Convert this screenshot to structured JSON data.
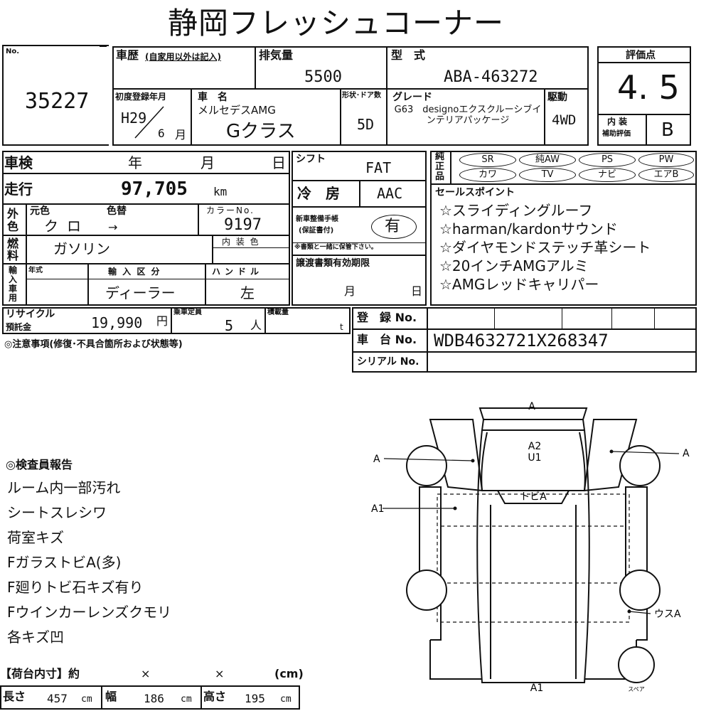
{
  "title": "静岡フレッシュコーナー",
  "header": {
    "no_label": "No.",
    "no_value": "35227",
    "history_label": "車歴",
    "history_note": "(自家用以外は記入)",
    "displacement_label": "排気量",
    "displacement_value": "5500",
    "model_label": "型　式",
    "model_value": "ABA-463272",
    "score_label": "評価点",
    "score_value": "4. 5",
    "first_reg_label": "初度登録年月",
    "first_reg_year": "H29",
    "first_reg_month": "6",
    "month_unit": "月",
    "car_name_label": "車　名",
    "maker": "メルセデスAMG",
    "car_name": "Gクラス",
    "body_door_label": "形状･ドア数",
    "doors": "5D",
    "grade_label": "グレード",
    "grade_value": "G63　designoエクスクルーシブインテリアパッケージ",
    "drive_label": "駆動",
    "drive_value": "4WD",
    "interior_label_1": "内 装",
    "interior_label_2": "補助評価",
    "interior_value": "B"
  },
  "specs": {
    "inspection_label": "車検",
    "year_label": "年",
    "month_label": "月",
    "day_label": "日",
    "shift_label": "シフト",
    "shift_value": "FAT",
    "mileage_label": "走行",
    "mileage_value": "97,705",
    "mileage_unit": "km",
    "ac_label": "冷　房",
    "ac_value": "AAC",
    "exterior_label": "外色",
    "orig_color_label": "元色",
    "repaint_label": "色替",
    "orig_color_value": "クロ",
    "repaint_arrow": "→",
    "color_no_label": "カラーNo.",
    "color_no_value": "9197",
    "maint_label_1": "新車整備手帳",
    "maint_label_2": "(保証書付)",
    "maint_value": "有",
    "maint_note": "※書類と一緒に保管下さい。",
    "fuel_label": "燃料",
    "fuel_value": "ガソリン",
    "interior_color_label": "内 装 色",
    "transfer_label": "譲渡書類有効期限",
    "import_label": "輸入車用",
    "model_year_label": "年式",
    "import_type_label": "輸 入 区 分",
    "import_type_value": "ディーラー",
    "handle_label": "ハンドル",
    "handle_value": "左",
    "recycle_label_1": "リサイクル",
    "recycle_label_2": "預託金",
    "recycle_value": "19,990",
    "yen": "円",
    "capacity_label": "乗車定員",
    "capacity_value": "5",
    "capacity_unit": "人",
    "load_label": "積載量",
    "load_unit": "t",
    "notes_label": "◎注意事項(修復･不具合箇所および状態等)",
    "reg_no_label": "登　録 No.",
    "chassis_label": "車　台 No.",
    "chassis_value": "WDB4632721X268347",
    "serial_label": "シリアル No."
  },
  "equipment": {
    "label": "純正品",
    "items": [
      "SR",
      "純AW",
      "PS",
      "PW",
      "カワ",
      "TV",
      "ナビ",
      "エアB"
    ]
  },
  "sales_points": {
    "label": "セールスポイント",
    "items": [
      "☆スライディングルーフ",
      "☆harman/kardonサウンド",
      "☆ダイヤモンドステッチ革シート",
      "☆20インチAMGアルミ",
      "☆AMGレッドキャリパー"
    ]
  },
  "inspector_report": {
    "label": "◎検査員報告",
    "items": [
      "ルーム内一部汚れ",
      "シートスレシワ",
      "荷室キズ",
      "FガラストビA(多)",
      "F廻りトビ石キズ有り",
      "Fウインカーレンズクモリ",
      "各キズ凹"
    ]
  },
  "cargo": {
    "label": "【荷台内寸】約",
    "x1": "×",
    "x2": "×",
    "unit_label": "(cm)",
    "length_label": "長さ",
    "length_value": "457",
    "width_label": "幅",
    "width_value": "186",
    "height_label": "高さ",
    "height_value": "195",
    "cm": "cm"
  },
  "diagram": {
    "top_mark": "A",
    "left_mark": "A",
    "right_mark": "A",
    "hood_mark_1": "A2",
    "hood_mark_2": "U1",
    "windshield_mark": "トビA",
    "side_mark": "A1",
    "rear_mark": "A1",
    "rear_right_mark": "ウスA",
    "spare_label": "スペア"
  }
}
